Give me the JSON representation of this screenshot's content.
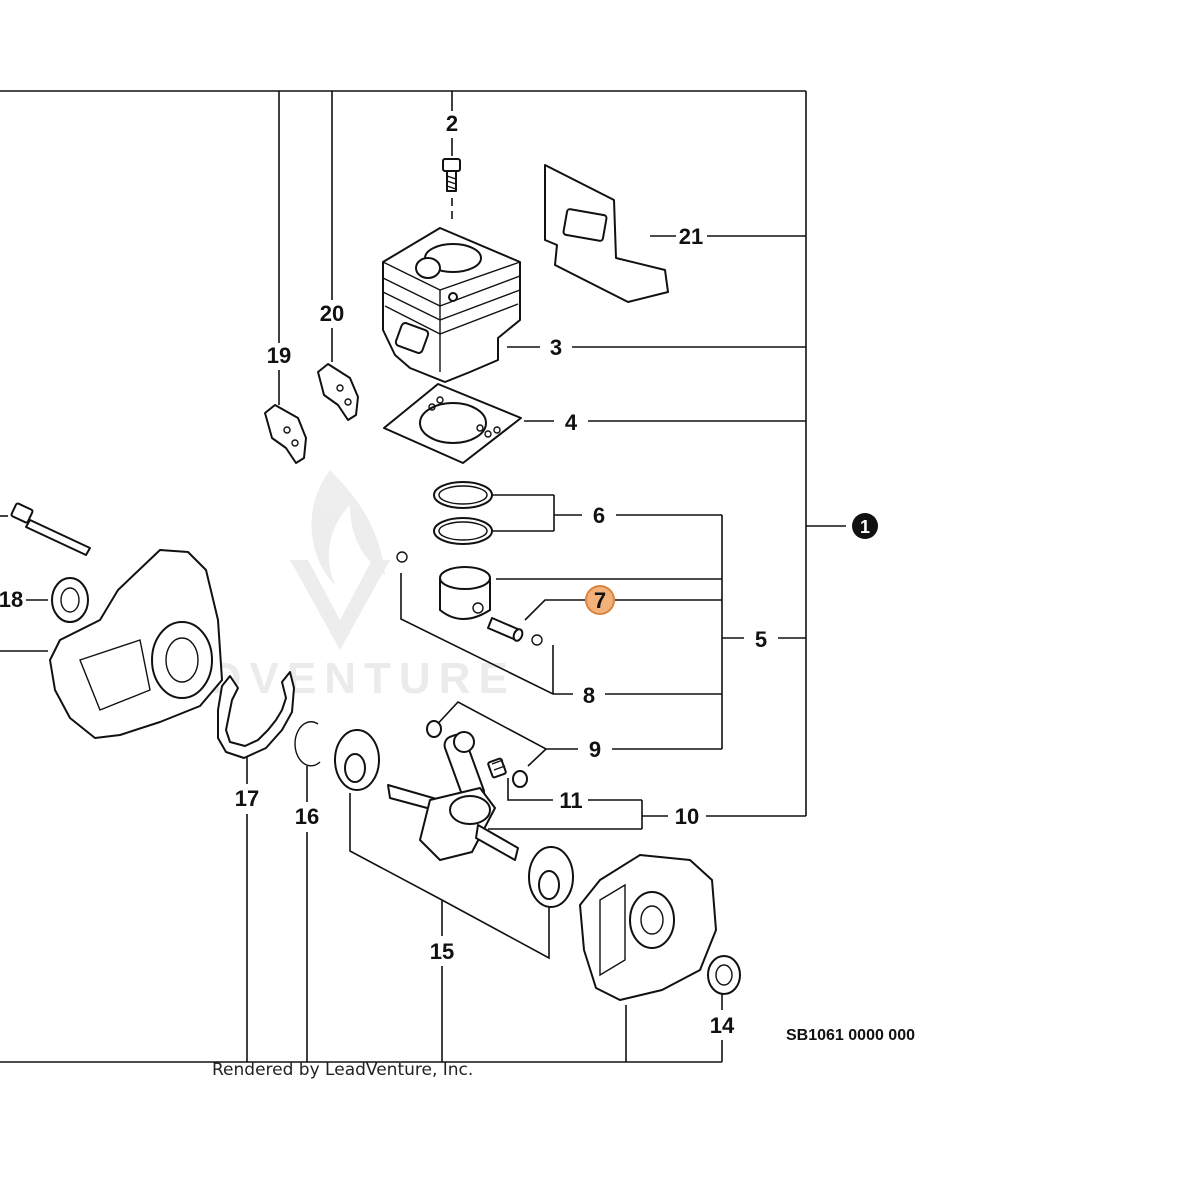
{
  "diagram": {
    "callouts": {
      "c1": "1",
      "c2": "2",
      "c3": "3",
      "c4": "4",
      "c5": "5",
      "c6": "6",
      "c7": "7",
      "c8": "8",
      "c9": "9",
      "c10": "10",
      "c11": "11",
      "c14": "14",
      "c15": "15",
      "c16": "16",
      "c17": "17",
      "c18": "18",
      "c19": "19",
      "c20": "20",
      "c21": "21"
    },
    "highlighted_callout": "7",
    "highlight_color": "#f2b07a",
    "highlight_stroke": "#d9843f",
    "reference_code": "SB1061 0000 000",
    "credit": "Rendered by LeadVenture, Inc.",
    "watermark_text": "ADVENTURE"
  }
}
